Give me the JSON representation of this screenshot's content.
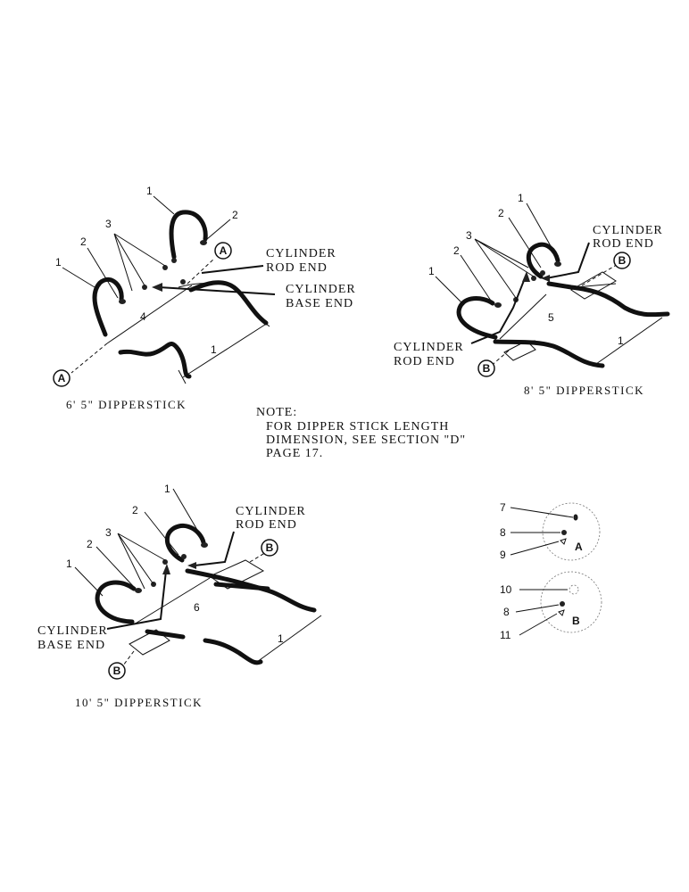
{
  "views": {
    "six_five": {
      "caption": "6' 5\" DIPPERSTICK",
      "labels": {
        "rod_end_1": "CYLINDER",
        "rod_end_2": "ROD END",
        "base_end_1": "CYLINDER",
        "base_end_2": "BASE END"
      },
      "callouts": {
        "c1_top": "1",
        "c2_top": "2",
        "c3": "3",
        "c2_left": "2",
        "c1_left": "1",
        "c4": "4",
        "c1_long": "1"
      },
      "markers": {
        "top": "A",
        "bottom": "A"
      }
    },
    "eight_five": {
      "caption": "8' 5\" DIPPERSTICK",
      "labels": {
        "rod_end_top_1": "CYLINDER",
        "rod_end_top_2": "ROD END",
        "rod_end_bot_1": "CYLINDER",
        "rod_end_bot_2": "ROD END"
      },
      "callouts": {
        "c1_top": "1",
        "c2_top": "2",
        "c3": "3",
        "c2_left": "2",
        "c1_left": "1",
        "c5": "5",
        "c1_long": "1"
      },
      "markers": {
        "top": "B",
        "bottom": "B"
      }
    },
    "ten_five": {
      "caption": "10' 5\" DIPPERSTICK",
      "labels": {
        "rod_end_1": "CYLINDER",
        "rod_end_2": "ROD END",
        "base_end_1": "CYLINDER",
        "base_end_2": "BASE END"
      },
      "callouts": {
        "c1_top": "1",
        "c2_top": "2",
        "c3": "3",
        "c2_left": "2",
        "c1_left": "1",
        "c6": "6",
        "c1_long": "1"
      },
      "markers": {
        "top": "B",
        "bottom": "B"
      }
    }
  },
  "note": {
    "line1": "NOTE:",
    "line2": "FOR DIPPER STICK LENGTH",
    "line3": "DIMENSION, SEE SECTION \"D\"",
    "line4": "PAGE 17."
  },
  "details": {
    "a": {
      "c7": "7",
      "c8": "8",
      "c9": "9",
      "letter": "A"
    },
    "b": {
      "c10": "10",
      "c8": "8",
      "c11": "11",
      "letter": "B"
    }
  }
}
